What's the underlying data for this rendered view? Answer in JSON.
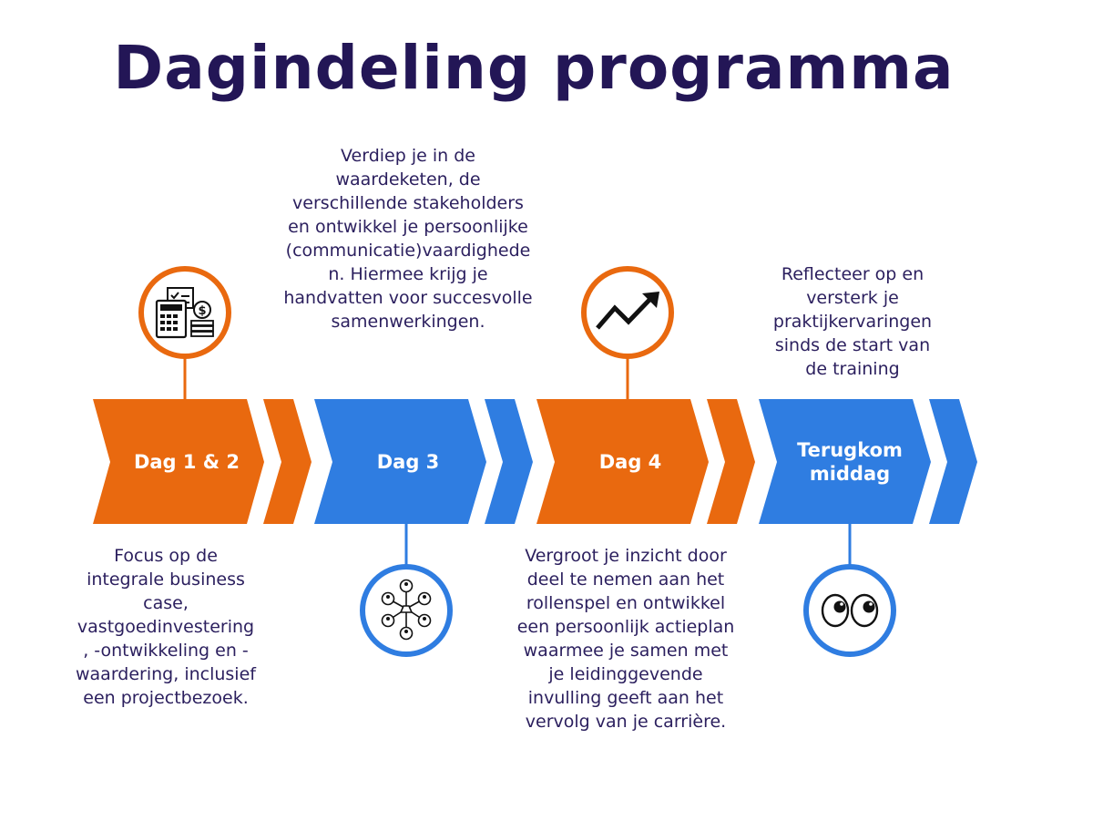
{
  "title": "Dagindeling programma",
  "colors": {
    "orange": "#e9690f",
    "blue": "#2f7de1",
    "title": "#231656",
    "text": "#2b1f5e"
  },
  "steps": [
    {
      "label": "Dag 1 & 2",
      "color": "orange",
      "icon": "calculator-finance-icon",
      "description": "Focus op de integrale business case, vastgoedinvestering, -ontwikkeling en -waardering, inclusief een projectbezoek."
    },
    {
      "label": "Dag 3",
      "color": "blue",
      "icon": "network-people-icon",
      "description": "Verdiep je in de waardeketen, de verschillende stakeholders en ontwikkel je persoonlijke (communicatie)vaardigheden. Hiermee krijg je handvatten voor succesvolle samenwerkingen."
    },
    {
      "label": "Dag 4",
      "color": "orange",
      "icon": "trend-up-arrow-icon",
      "description": "Vergroot je inzicht door deel te nemen aan het rollenspel en ontwikkel een persoonlijk actieplan waarmee je samen met je leidinggevende invulling geeft aan het vervolg van je carrière."
    },
    {
      "label": "Terugkom middag",
      "color": "blue",
      "icon": "eyes-icon",
      "description": "Reflecteer op en versterk je praktijkervaringen sinds de start van de training"
    }
  ]
}
